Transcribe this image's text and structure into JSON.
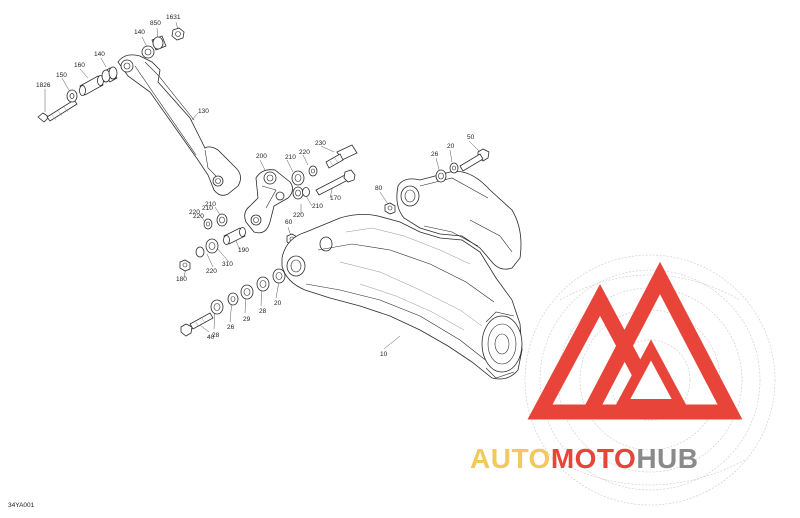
{
  "diagram_code": "34YA001",
  "watermark": {
    "brand_part1": "AUTO",
    "brand_part2": "MOTO",
    "brand_part3": "HUB",
    "color_primary": "#e8443a",
    "color_secondary": "#f2c85f",
    "color_tertiary": "#8a8a8a"
  },
  "callouts": [
    {
      "id": "c1631",
      "text": "1631"
    },
    {
      "id": "c850",
      "text": "850"
    },
    {
      "id": "c140a",
      "text": "140"
    },
    {
      "id": "c140b",
      "text": "140"
    },
    {
      "id": "c160",
      "text": "160"
    },
    {
      "id": "c150",
      "text": "150"
    },
    {
      "id": "c1826",
      "text": "1826"
    },
    {
      "id": "c130",
      "text": "130"
    },
    {
      "id": "c200",
      "text": "200"
    },
    {
      "id": "c210a",
      "text": "210"
    },
    {
      "id": "c220a",
      "text": "220"
    },
    {
      "id": "c230",
      "text": "230"
    },
    {
      "id": "c210b",
      "text": "210"
    },
    {
      "id": "c220b",
      "text": "220"
    },
    {
      "id": "c170",
      "text": "170"
    },
    {
      "id": "c210c",
      "text": "210"
    },
    {
      "id": "c220c",
      "text": "220"
    },
    {
      "id": "c210d",
      "text": "210"
    },
    {
      "id": "c220d",
      "text": "220"
    },
    {
      "id": "c190",
      "text": "190"
    },
    {
      "id": "c180",
      "text": "180"
    },
    {
      "id": "c310",
      "text": "310"
    },
    {
      "id": "c220e",
      "text": "220"
    },
    {
      "id": "c60",
      "text": "60"
    },
    {
      "id": "c80",
      "text": "80"
    },
    {
      "id": "c50",
      "text": "50"
    },
    {
      "id": "c20a",
      "text": "20"
    },
    {
      "id": "c26a",
      "text": "26"
    },
    {
      "id": "c20b",
      "text": "20"
    },
    {
      "id": "c28a",
      "text": "28"
    },
    {
      "id": "c29",
      "text": "29"
    },
    {
      "id": "c26b",
      "text": "26"
    },
    {
      "id": "c28b",
      "text": "28"
    },
    {
      "id": "c40",
      "text": "40"
    },
    {
      "id": "c10",
      "text": "10"
    }
  ]
}
